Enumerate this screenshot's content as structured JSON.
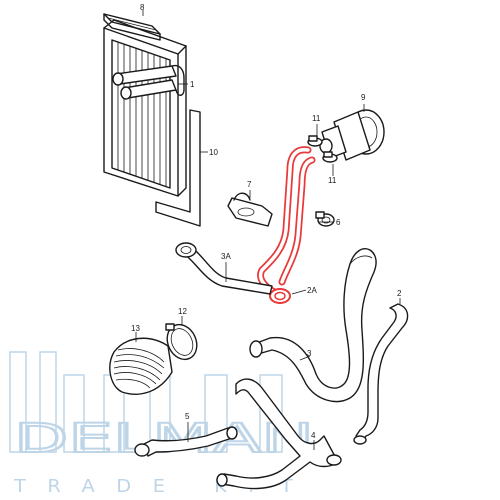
{
  "labels": {
    "l8": "8",
    "l1": "1",
    "l10": "10",
    "l9": "9",
    "l11a": "11",
    "l11b": "11",
    "l7": "7",
    "l6": "6",
    "l3A": "3A",
    "l2A": "2A",
    "l2": "2",
    "l12": "12",
    "l13": "13",
    "l3": "3",
    "l5": "5",
    "l4": "4"
  },
  "watermark": {
    "main": "DELMAN",
    "sub": "TRADE KFT",
    "color": "#8ab4d6"
  },
  "colors": {
    "line": "#1a1a1a",
    "highlight": "#e83a3a"
  }
}
